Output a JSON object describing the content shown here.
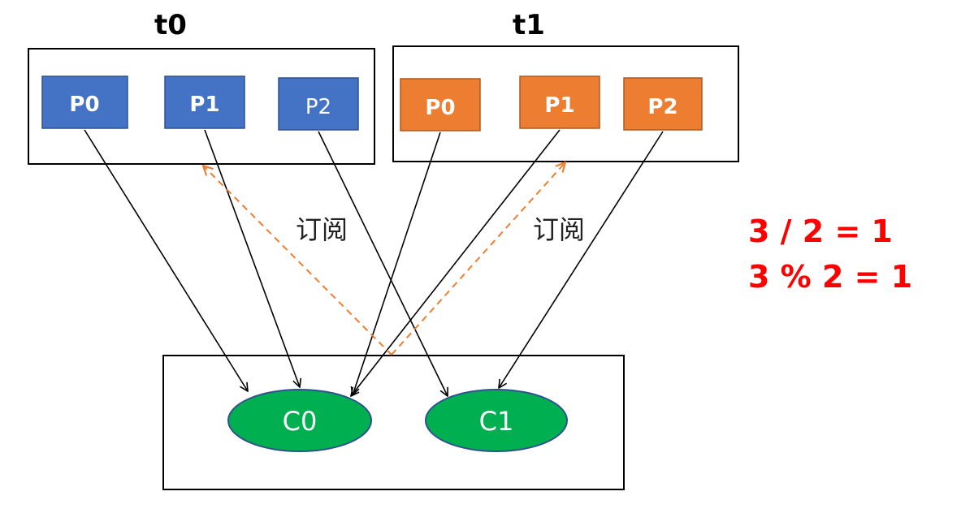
{
  "topics": [
    {
      "label": "t0",
      "partitions": [
        "P0",
        "P1",
        "P2"
      ],
      "color": "#4472C4",
      "border": "#2F528F"
    },
    {
      "label": "t1",
      "partitions": [
        "P0",
        "P1",
        "P2"
      ],
      "color": "#ED7D31",
      "border": "#AE5A21"
    }
  ],
  "consumers": {
    "items": [
      "C0",
      "C1"
    ],
    "color": "#00B050",
    "border": "#2F528F"
  },
  "subscribe_label": "订阅",
  "subscribe_color": "#ED7D31",
  "formulas": [
    "3 / 2 = 1",
    "3 % 2 = 1"
  ],
  "formula_color": "#FF0000"
}
